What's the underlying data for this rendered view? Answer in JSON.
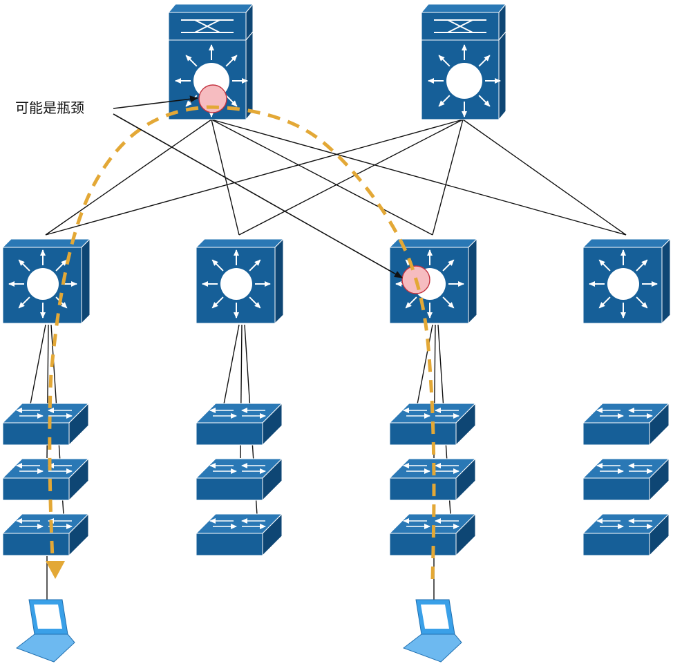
{
  "annotation": {
    "text": "可能是瓶颈"
  },
  "colors": {
    "device_front": "#165f98",
    "device_top": "#2a78b5",
    "device_side": "#0e4674",
    "icon": "#ffffff",
    "link": "#111111",
    "traffic_path": "#e3a836",
    "bottleneck_fill": "#f6bcc0",
    "bottleneck_stroke": "#c2323f",
    "laptop_frame": "#3aa0e8",
    "laptop_screen": "#ffffff"
  },
  "nodes": {
    "core": [
      {
        "id": "core-1"
      },
      {
        "id": "core-2"
      }
    ],
    "aggregation": [
      {
        "id": "agg-1"
      },
      {
        "id": "agg-2"
      },
      {
        "id": "agg-3"
      },
      {
        "id": "agg-4"
      }
    ],
    "access_groups": [
      {
        "id": "access-group-1",
        "switches": 3
      },
      {
        "id": "access-group-2",
        "switches": 3
      },
      {
        "id": "access-group-3",
        "switches": 3
      },
      {
        "id": "access-group-4",
        "switches": 3
      }
    ],
    "hosts": [
      {
        "id": "laptop-1"
      },
      {
        "id": "laptop-2"
      }
    ]
  }
}
